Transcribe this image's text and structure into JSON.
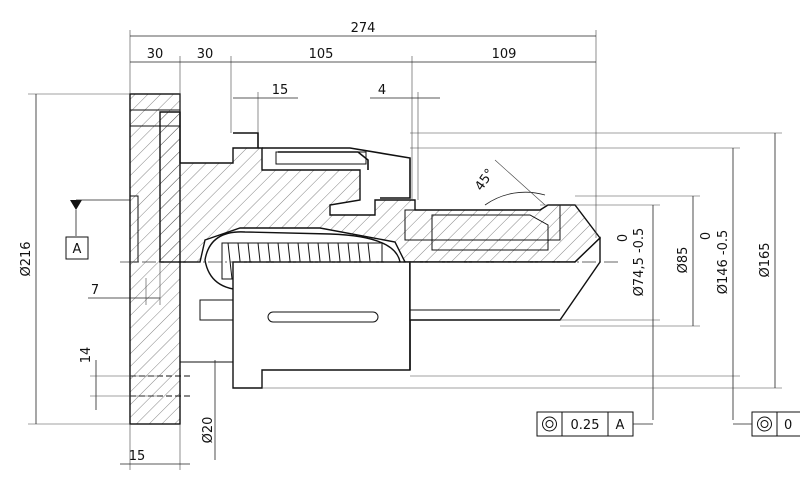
{
  "dimensions": {
    "overall_length": "274",
    "flange_thickness": "30",
    "neck_length": "30",
    "body_length": "105",
    "nose_length": "109",
    "groove_width": "15",
    "gap": "4",
    "chamfer_angle": "45°",
    "flange_diameter": "Ø216",
    "dia_165": "Ø165",
    "dia_146": "Ø146 -0.5",
    "dia_146_tol_upper": "0",
    "dia_85": "Ø85",
    "dia_74": "Ø74,5 -0.5",
    "dia_74_tol_upper": "0",
    "bolt_hole_dia": "Ø20",
    "bolt_counterbore": "14",
    "flange_step": "7",
    "flange_offset": "15"
  },
  "datum": {
    "label": "A"
  },
  "feature_control_frames": [
    {
      "symbol": "concentricity",
      "tolerance": "0.25",
      "datum": "A"
    },
    {
      "symbol": "concentricity",
      "tolerance": "0",
      "datum": ""
    }
  ]
}
